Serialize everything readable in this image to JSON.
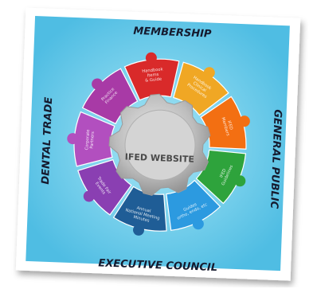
{
  "diagram": {
    "center_label": "IFED WEBSITE",
    "side_labels": {
      "top": "MEMBERSHIP",
      "right": "GENERAL PUBLIC",
      "bottom": "EXECUTIVE COUNCIL",
      "left": "DENTAL TRADE"
    },
    "segments": [
      {
        "lines": [
          "Handbook",
          "Items",
          "& Guide"
        ],
        "color": "#d92a2a"
      },
      {
        "lines": [
          "Handbook",
          "Clinical",
          "Procedures"
        ],
        "color": "#f0a724"
      },
      {
        "lines": [
          "IFED",
          "Members"
        ],
        "color": "#f36f12"
      },
      {
        "lines": [
          "IFED",
          "Guidelines"
        ],
        "color": "#2ea33c"
      },
      {
        "lines": [
          "Guides",
          "ortho, endo, etc"
        ],
        "color": "#2c9ae0"
      },
      {
        "lines": [
          "Annual",
          "National Meeting",
          "Minutes"
        ],
        "color": "#1f5d96"
      },
      {
        "lines": [
          "Trade Fair",
          "Events"
        ],
        "color": "#8a3fb2"
      },
      {
        "lines": [
          "Corporate",
          "Partners"
        ],
        "color": "#b24fbf"
      },
      {
        "lines": [
          "Practice",
          "Finance"
        ],
        "color": "#a83aa6"
      }
    ],
    "gear_color": "#9a9a9a",
    "background_color": "#62c8e8"
  }
}
